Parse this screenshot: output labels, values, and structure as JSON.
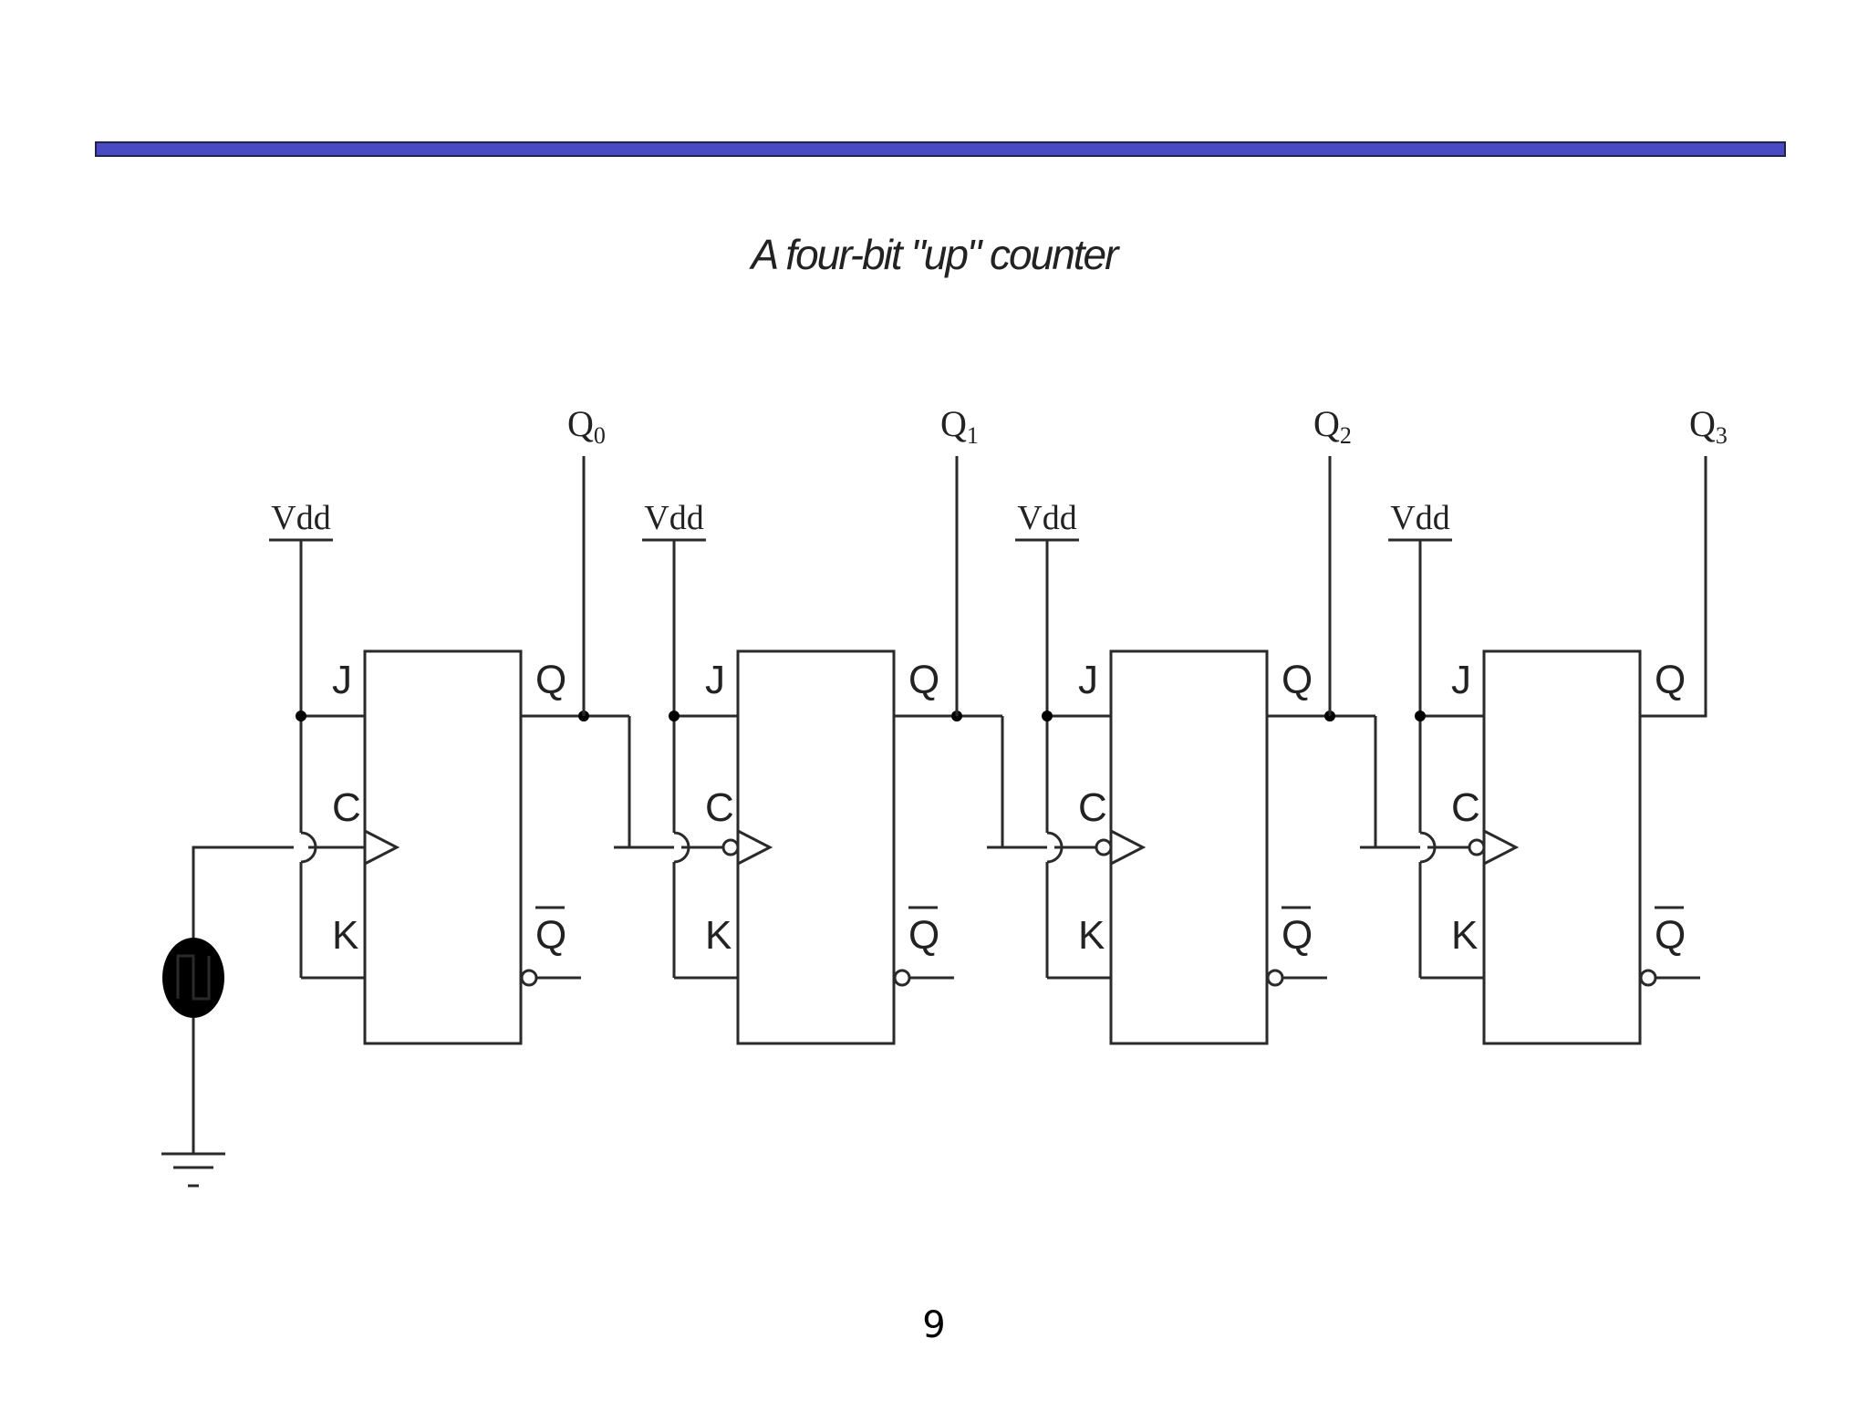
{
  "slide": {
    "title": "A four-bit \"up\" counter",
    "page_number": "9"
  },
  "circuit": {
    "supply_label": "Vdd",
    "pins": {
      "j": "J",
      "c": "C",
      "k": "K",
      "q": "Q",
      "qbar": "Q"
    },
    "outputs": [
      {
        "name": "Q",
        "subscript": "0"
      },
      {
        "name": "Q",
        "subscript": "1"
      },
      {
        "name": "Q",
        "subscript": "2"
      },
      {
        "name": "Q",
        "subscript": "3"
      }
    ],
    "flip_flop_count": 4,
    "clock_source": "square-wave-generator",
    "ground": "ground-symbol"
  }
}
